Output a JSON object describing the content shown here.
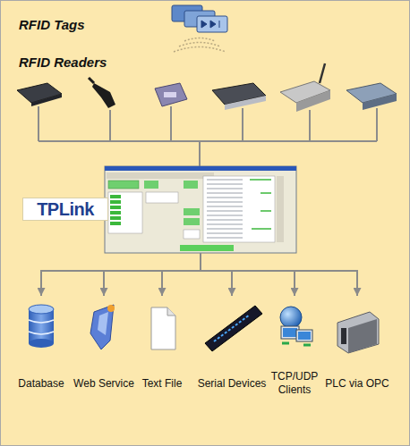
{
  "diagram": {
    "nodes": [
      {
        "text": [
          "TPLink"
        ]
      },
      {
        "text": [
          "Database"
        ]
      },
      {
        "text": [
          "Web Service"
        ]
      },
      {
        "text": [
          "Text File"
        ]
      },
      {
        "text": [
          "Serial Devices"
        ]
      },
      {
        "text": [
          "TCP/UDP Clients"
        ]
      },
      {
        "text": [
          "PLC via OPC"
        ]
      }
    ],
    "edges": [
      {
        "from": 0,
        "to": 1,
        "arrow": "to"
      },
      {
        "from": 0,
        "to": 2,
        "arrow": "to"
      },
      {
        "from": 0,
        "to": 3,
        "arrow": "to"
      },
      {
        "from": 0,
        "to": 4,
        "arrow": "to"
      },
      {
        "from": 0,
        "to": 5,
        "arrow": "to"
      },
      {
        "from": 0,
        "to": 6,
        "arrow": "to"
      }
    ],
    "labels": [
      "RFID Tags",
      "RFID Readers"
    ]
  }
}
